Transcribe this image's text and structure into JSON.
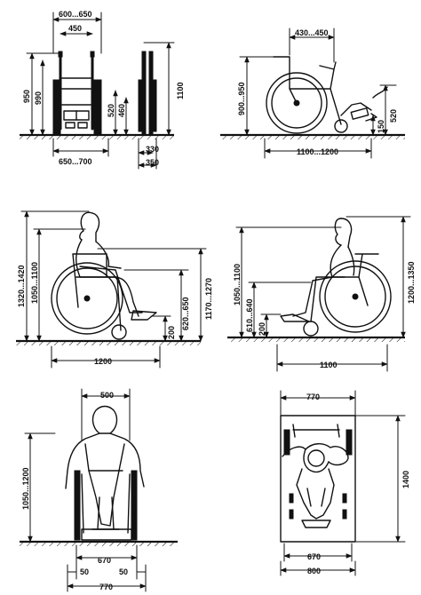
{
  "diagram": {
    "panels": [
      {
        "id": "front-side-chair",
        "labels": {
          "overall_width": "600...650",
          "seat_width": "450",
          "height_outer": "950",
          "height_inner": "990",
          "armrest_520": "520",
          "armrest_460": "460",
          "push_handle_height": "1100",
          "base_width": "650...700",
          "wheel_330": "330",
          "wheel_350": "350"
        }
      },
      {
        "id": "side-chair",
        "labels": {
          "seat_depth": "430...450",
          "back_height": "900...950",
          "footrest_520": "520",
          "footrest_150": "150",
          "length": "1100...1200"
        }
      },
      {
        "id": "side-man",
        "labels": {
          "head_height": "1320...1420",
          "eye_height": "1050...1100",
          "shoulder_height": "1170...1270",
          "elbow_height": "620...650",
          "foot_height": "200",
          "depth": "1200"
        }
      },
      {
        "id": "side-woman",
        "labels": {
          "eye_height": "1050...1100",
          "head_height": "1200...1350",
          "knee_height": "610...640",
          "foot_height": "200",
          "depth": "1100"
        }
      },
      {
        "id": "front-person",
        "labels": {
          "shoulder_width": "500",
          "eye_height": "1050...1200",
          "inner_width": "670",
          "clearance_left": "50",
          "clearance_right": "50",
          "total_width": "770"
        }
      },
      {
        "id": "top-view",
        "labels": {
          "top_width": "770",
          "length": "1400",
          "inner_width": "670",
          "outer_width": "800"
        }
      }
    ]
  }
}
